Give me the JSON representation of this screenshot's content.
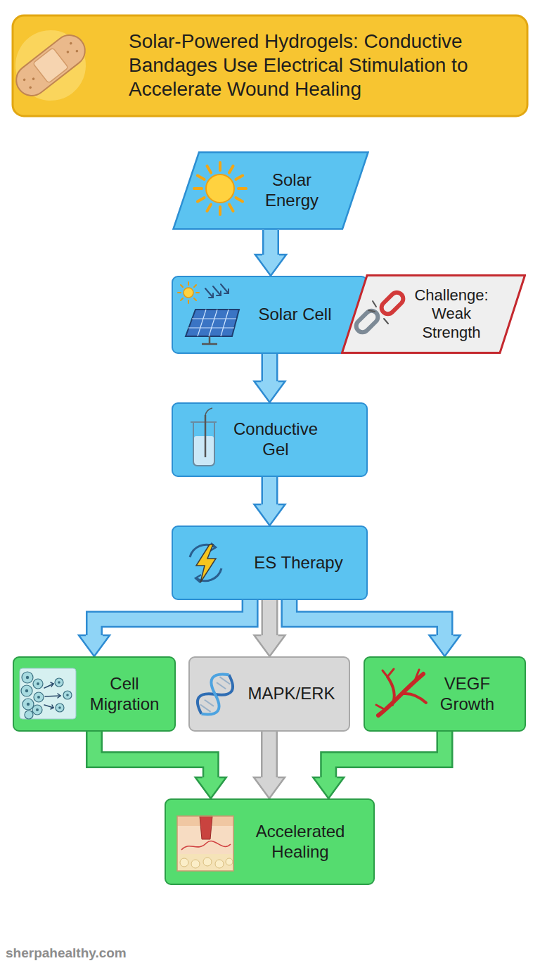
{
  "diagram": {
    "title": "Solar-Powered Hydrogels: Conductive Bandages Use Electrical Stimulation to Accelerate Wound Healing",
    "nodes": [
      {
        "text": [
          "Solar Energy"
        ]
      },
      {
        "text": [
          "Solar Cell"
        ]
      },
      {
        "text": [
          "Challenge: Weak Strength"
        ]
      },
      {
        "text": [
          "Conductive Gel"
        ]
      },
      {
        "text": [
          "ES Therapy"
        ]
      },
      {
        "text": [
          "Cell Migration"
        ]
      },
      {
        "text": [
          "MAPK/ERK"
        ]
      },
      {
        "text": [
          "VEGF Growth"
        ]
      },
      {
        "text": [
          "Accelerated Healing"
        ]
      }
    ],
    "edges": [
      {
        "from": 0,
        "to": 1,
        "arrow": "to"
      },
      {
        "from": 1,
        "to": 3,
        "arrow": "to"
      },
      {
        "from": 3,
        "to": 4,
        "arrow": "to"
      },
      {
        "from": 4,
        "to": 5,
        "arrow": "to"
      },
      {
        "from": 4,
        "to": 6,
        "arrow": "to"
      },
      {
        "from": 4,
        "to": 7,
        "arrow": "to"
      },
      {
        "from": 5,
        "to": 8,
        "arrow": "to"
      },
      {
        "from": 6,
        "to": 8,
        "arrow": "to"
      },
      {
        "from": 7,
        "to": 8,
        "arrow": "to"
      }
    ],
    "labels": [
      "sherpahealthy.com"
    ]
  }
}
